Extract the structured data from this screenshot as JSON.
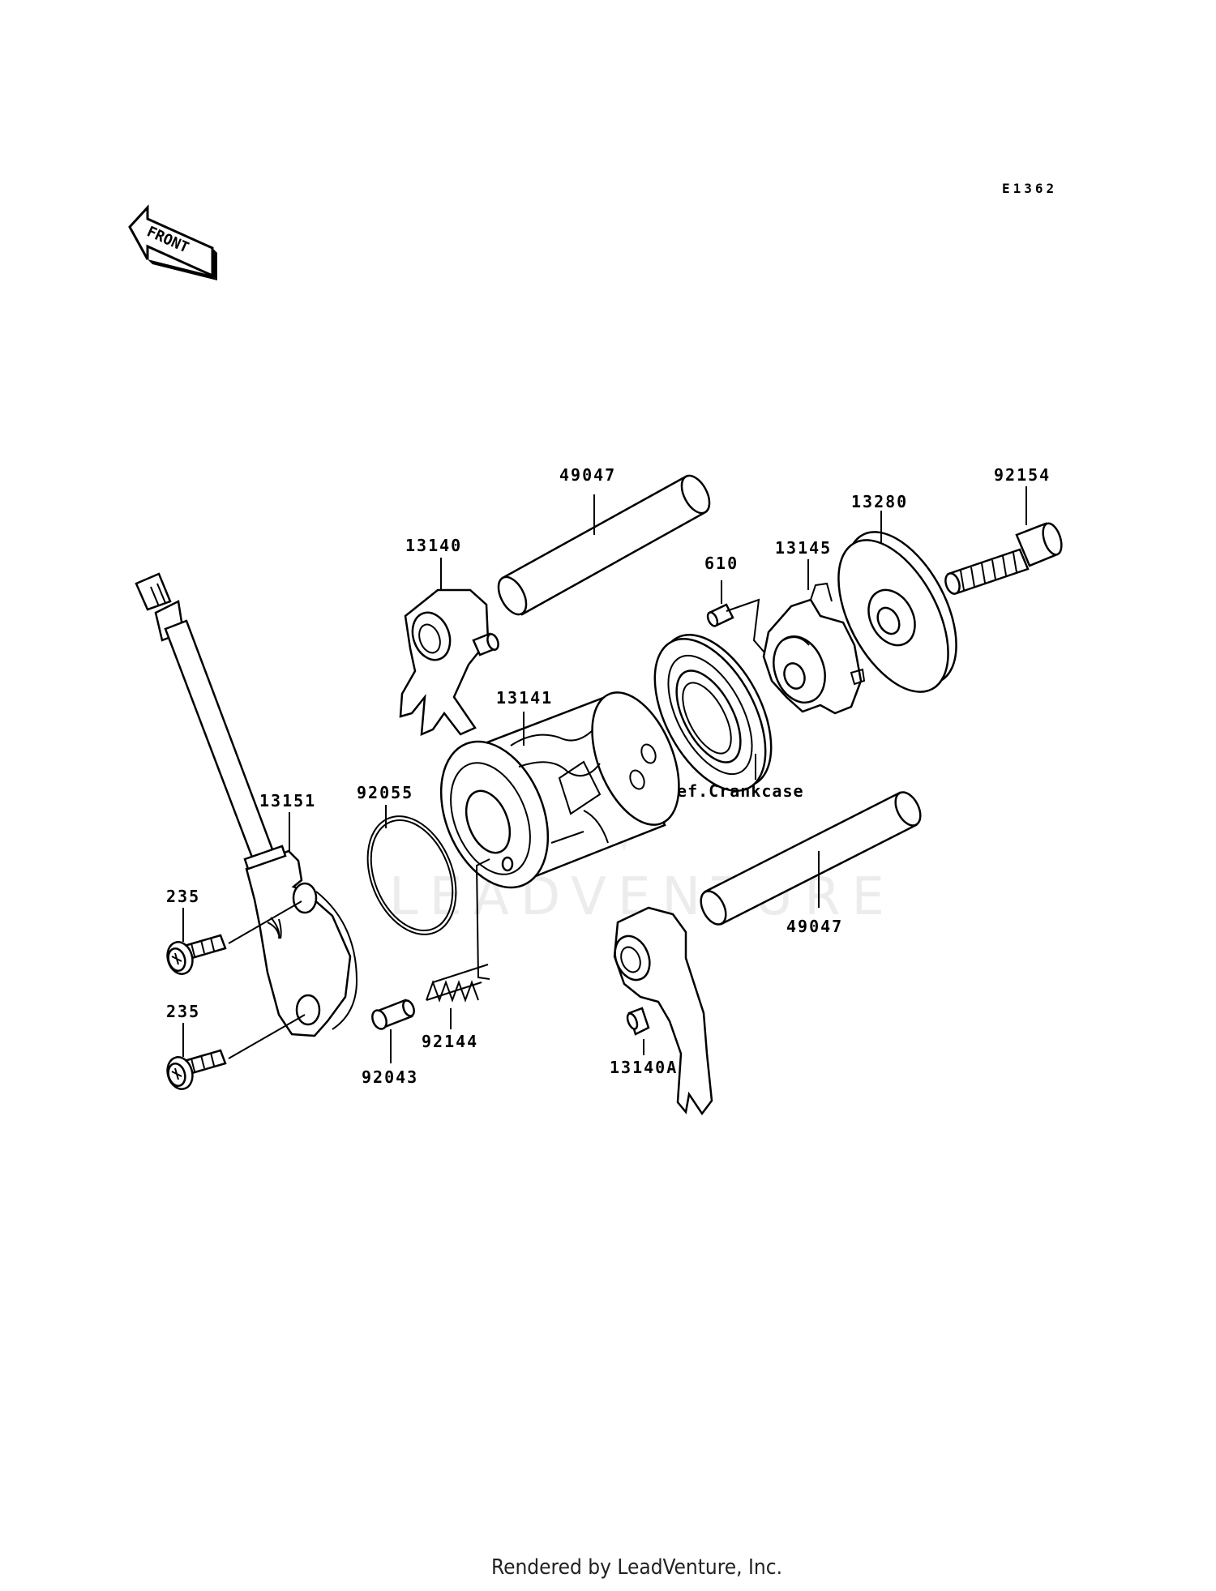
{
  "diagram_code": "E1362",
  "front_label": "FRONT",
  "watermark": "LEADVENTURE",
  "footer": "Rendered by LeadVenture, Inc.",
  "callouts": {
    "shaft_upper": "49047",
    "shaft_lower": "49047",
    "bolt_right": "92154",
    "plate": "13280",
    "pin": "610",
    "drum_holder": "13145",
    "fork_upper": "13140",
    "fork_lower": "13140A",
    "drum": "13141",
    "switch": "13151",
    "oring": "92055",
    "bolt_a": "235",
    "bolt_b": "235",
    "spring": "92144",
    "pin_detent": "92043",
    "ref_crankcase": "Ref.Crankcase"
  }
}
